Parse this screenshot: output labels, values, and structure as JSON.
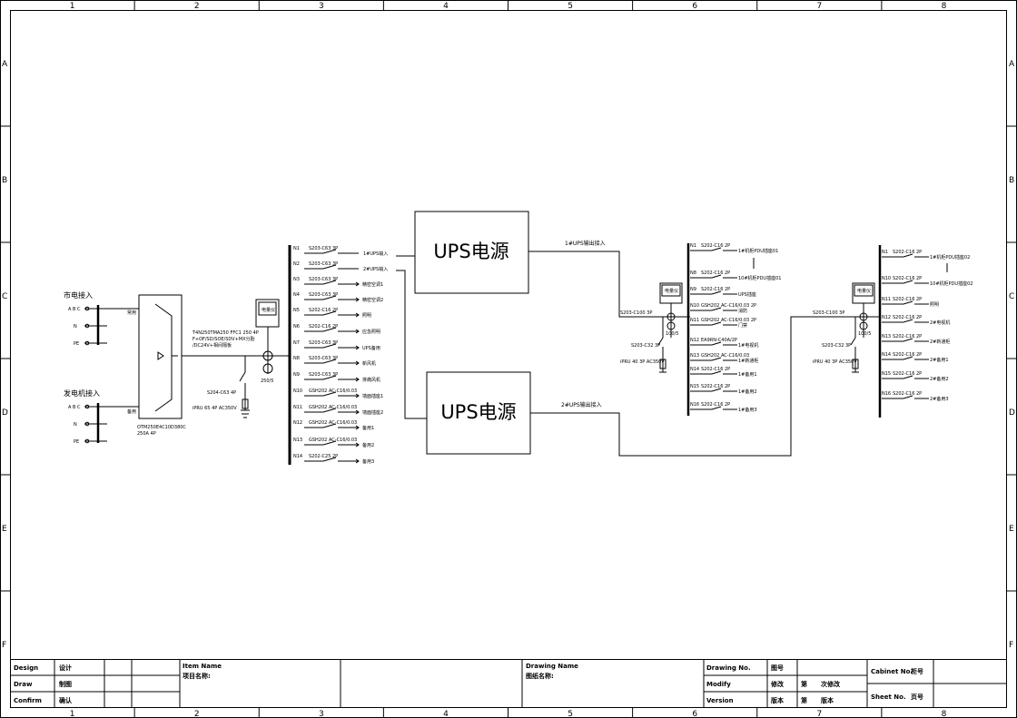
{
  "grid": {
    "columns": [
      "1",
      "2",
      "3",
      "4",
      "5",
      "6",
      "7",
      "8"
    ],
    "rows": [
      "A",
      "B",
      "C",
      "D",
      "E",
      "F"
    ]
  },
  "inputs": {
    "mains_label": "市电接入",
    "generator_label": "发电机接入",
    "phase_label": "A B C",
    "n_label": "N",
    "pe_label": "PE",
    "normal_label": "常用",
    "backup_label": "备用",
    "ats_model": "OTM250E4C10D380C",
    "ats_rating": "250A 4P",
    "breaker_line1": "T4N250TMA250 FFC1 250 4P",
    "breaker_line2": "F+OF/SD/SOE/SDV+MX分励",
    "breaker_line3": "/DC24V+相间隔板",
    "spd_breaker": "S204-C63 4P",
    "spd": "iPRU 65 4P AC350V",
    "meter": "电量仪",
    "ct": "250/5"
  },
  "distribution": [
    {
      "id": "N1",
      "breaker": "S203-C63 3P",
      "load": "1#UPS输入"
    },
    {
      "id": "N2",
      "breaker": "S203-C63 3P",
      "load": "2#UPS输入"
    },
    {
      "id": "N3",
      "breaker": "S203-C63 3P",
      "load": "精密空调1"
    },
    {
      "id": "N4",
      "breaker": "S203-C63 3P",
      "load": "精密空调2"
    },
    {
      "id": "N5",
      "breaker": "S202-C16 2P",
      "load": "照明"
    },
    {
      "id": "N6",
      "breaker": "S202-C16 2P",
      "load": "应急照明"
    },
    {
      "id": "N7",
      "breaker": "S203-C63 3P",
      "load": "UPS备用"
    },
    {
      "id": "N8",
      "breaker": "S203-C63 3P",
      "load": "新风机"
    },
    {
      "id": "N9",
      "breaker": "S203-C63 3P",
      "load": "排痛风机"
    },
    {
      "id": "N10",
      "breaker": "GSH202 AC-C16/0.03",
      "load": "墙面插座1"
    },
    {
      "id": "N11",
      "breaker": "GSH202 AC-C16/0.03",
      "load": "墙面插座2"
    },
    {
      "id": "N12",
      "breaker": "GSH202 AC-C16/0.03",
      "load": "备用1"
    },
    {
      "id": "N13",
      "breaker": "GSH202 AC-C16/0.03",
      "load": "备用2"
    },
    {
      "id": "N14",
      "breaker": "S202-C25 2P",
      "load": "备用3"
    }
  ],
  "ups": [
    {
      "label": "UPS电源",
      "output": "1#UPS输出接入"
    },
    {
      "label": "UPS电源",
      "output": "2#UPS输出接入"
    }
  ],
  "panel1": {
    "meter": "电量仪",
    "main": "S203-C100 3P",
    "ct": "100/5",
    "spd_breaker": "S203-C32 3P",
    "spd": "iPRU 40 3P AC350V",
    "circuits": [
      {
        "id": "N1",
        "breaker": "S202-C16 2P",
        "load": "1#机柜PDU插座01"
      },
      {
        "id": "N8",
        "breaker": "S202-C16 2P",
        "load": "10#机柜PDU插座01"
      },
      {
        "id": "N9",
        "breaker": "S202-C16 2P",
        "load": "UPS插座"
      },
      {
        "id": "N10",
        "breaker": "GSH202 AC-C16/0.03 2P",
        "load": "消防"
      },
      {
        "id": "N11",
        "breaker": "GSH202 AC-C16/0.03 2P",
        "load": "门禁"
      },
      {
        "id": "N12",
        "breaker": "EA9RN-C40A/2P",
        "load": "1#电视机"
      },
      {
        "id": "N13",
        "breaker": "GSH202 AC-C16/0.03",
        "load": "1#新通柜"
      },
      {
        "id": "N14",
        "breaker": "S202-C16 2P",
        "load": "1#备用1"
      },
      {
        "id": "N15",
        "breaker": "S202-C16 2P",
        "load": "1#备用2"
      },
      {
        "id": "N16",
        "breaker": "S202-C16 2P",
        "load": "1#备用3"
      }
    ]
  },
  "panel2": {
    "meter": "电量仪",
    "main": "S203-C100 3P",
    "ct": "100/5",
    "spd_breaker": "S203-C32 3P",
    "spd": "iPRU 40 3P AC350V",
    "circuits": [
      {
        "id": "N1",
        "breaker": "S202-C16 2P",
        "load": "1#机柜PDU插座02"
      },
      {
        "id": "N10",
        "breaker": "S202-C16 2P",
        "load": "10#机柜PDU插座02"
      },
      {
        "id": "N11",
        "breaker": "S202-C16 2P",
        "load": "照明"
      },
      {
        "id": "N12",
        "breaker": "S202-C16 2P",
        "load": "2#电视机"
      },
      {
        "id": "N13",
        "breaker": "S202-C16 2P",
        "load": "2#新通柜"
      },
      {
        "id": "N14",
        "breaker": "S202-C16 2P",
        "load": "2#备用1"
      },
      {
        "id": "N15",
        "breaker": "S202-C16 2P",
        "load": "2#备用2"
      },
      {
        "id": "N16",
        "breaker": "S202-C16 2P",
        "load": "2#备用3"
      }
    ]
  },
  "title_block": {
    "design": "Design",
    "design_cn": "设计",
    "draw": "Draw",
    "draw_cn": "制图",
    "confirm": "Confirm",
    "confirm_cn": "确认",
    "item_name": "Item Name",
    "item_name_cn": "项目名称:",
    "drawing_name": "Drawing Name",
    "drawing_name_cn": "图纸名称:",
    "drawing_no": "Drawing No.",
    "drawing_no_cn": "图号",
    "modify": "Modify",
    "modify_cn": "修改",
    "modify_di": "第",
    "modify_ci": "次修改",
    "version": "Version",
    "version_cn": "版本",
    "version_di": "第",
    "version_ban": "版本",
    "cabinet": "Cabinet No.",
    "cabinet_cn": "柜号",
    "sheet": "Sheet No.",
    "sheet_cn": "页号"
  }
}
